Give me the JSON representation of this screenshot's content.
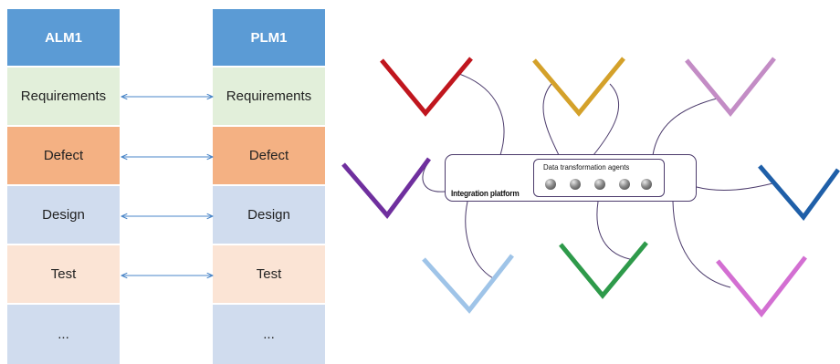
{
  "alm_column": {
    "header": "ALM1",
    "rows": [
      "Requirements",
      "Defect",
      "Design",
      "Test",
      "..."
    ]
  },
  "plm_column": {
    "header": "PLM1",
    "rows": [
      "Requirements",
      "Defect",
      "Design",
      "Test",
      "..."
    ]
  },
  "integration": {
    "platform_label": "Integration platform",
    "agents_label": "Data transformation agents",
    "agent_count": 5
  },
  "colors": {
    "header_blue": "#5b9bd5",
    "requirements_green": "#e2efda",
    "defect_orange": "#f4b183",
    "design_blue": "#d0dcee",
    "test_peach": "#fbe4d5",
    "arrow_blue": "#4a86c8",
    "connector_purple": "#4b3a6b",
    "v_models": [
      "#c0161e",
      "#d4a12a",
      "#c38cc5",
      "#6f2f9e",
      "#1f5fa8",
      "#9fc4e8",
      "#2e9a4a",
      "#d36fd2"
    ]
  }
}
